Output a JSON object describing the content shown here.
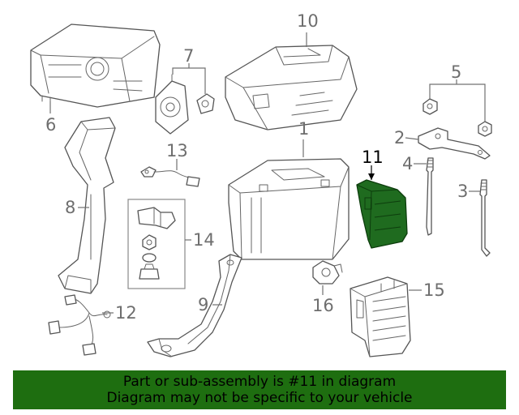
{
  "callouts": {
    "c1": "1",
    "c2": "2",
    "c3": "3",
    "c4": "4",
    "c5": "5",
    "c6": "6",
    "c7": "7",
    "c8": "8",
    "c9": "9",
    "c10": "10",
    "c11": "11",
    "c12": "12",
    "c13": "13",
    "c14": "14",
    "c15": "15",
    "c16": "16"
  },
  "highlighted_part": "11",
  "colors": {
    "highlight": "#1f6b1f",
    "banner_bg": "#1e6e10",
    "line": "#555555"
  },
  "banner": {
    "line1": "Part or sub-assembly is #11 in diagram",
    "line2": "Diagram may not be specific to your vehicle"
  }
}
